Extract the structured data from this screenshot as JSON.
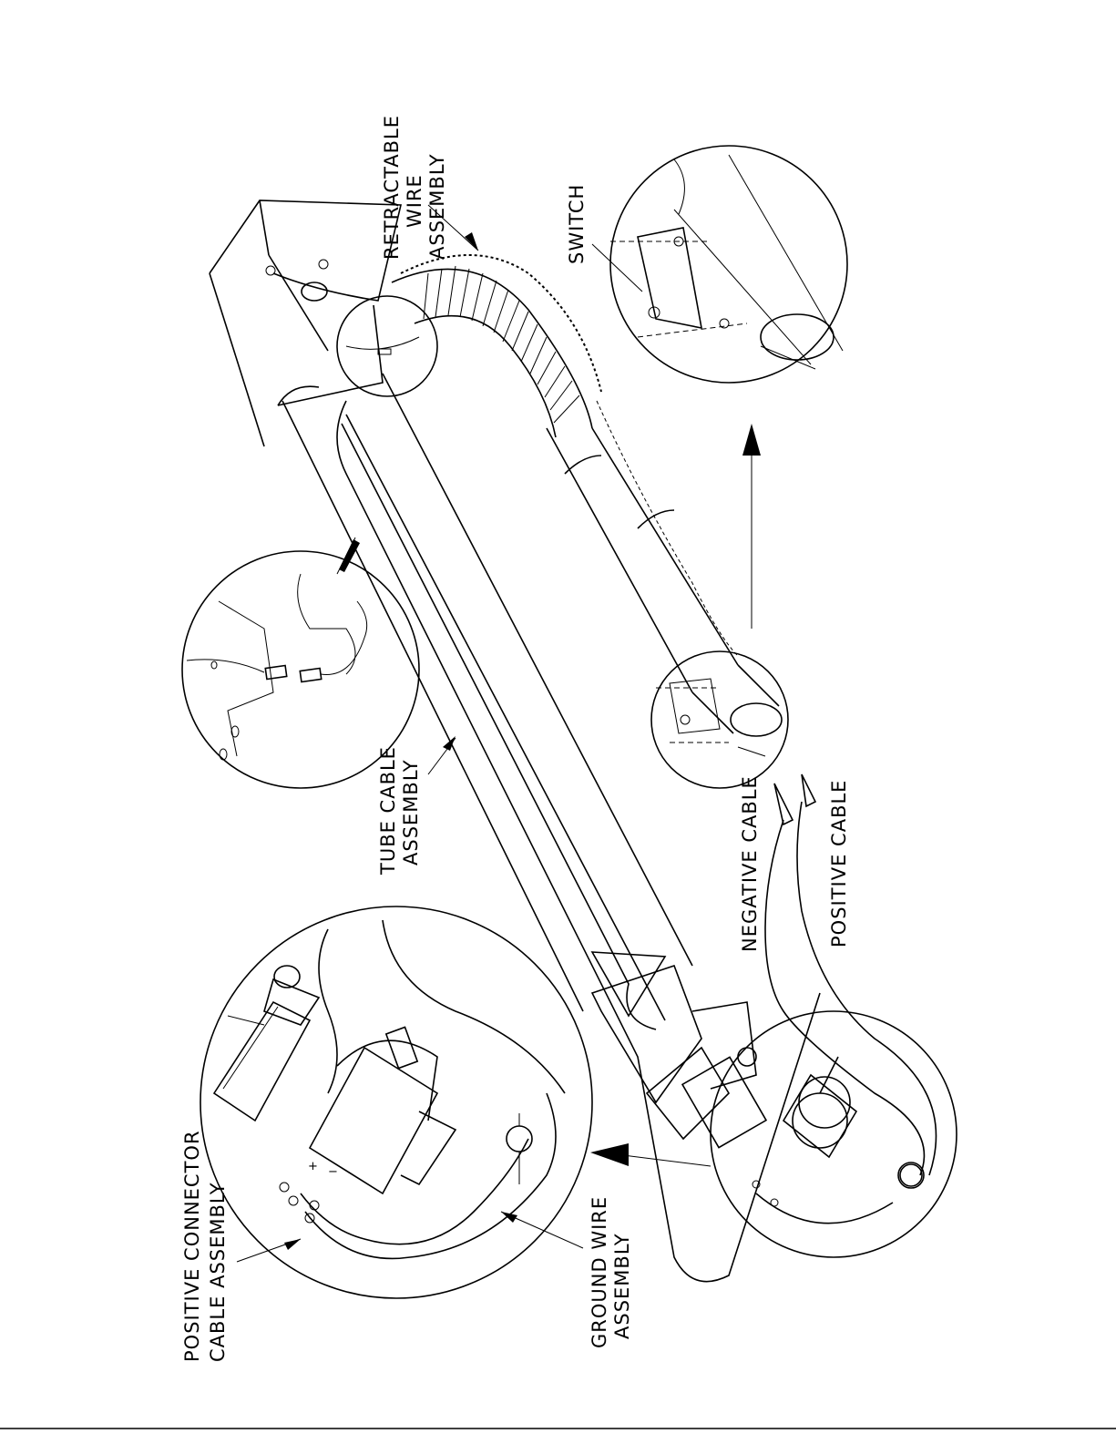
{
  "labels": {
    "retractable": [
      "RETRACTABLE",
      "WIRE",
      "ASSEMBLY"
    ],
    "switch": "SWITCH",
    "tube_cable": [
      "TUBE CABLE",
      "ASSEMBLY"
    ],
    "negative_cable": "NEGATIVE CABLE",
    "positive_cable": "POSITIVE CABLE",
    "positive_connector": [
      "POSITIVE CONNECTOR",
      "CABLE ASSEMBLY"
    ],
    "ground_wire": [
      "GROUND WIRE",
      "ASSEMBLY"
    ]
  },
  "terminal_marks": {
    "plus": "+",
    "minus": "−"
  }
}
